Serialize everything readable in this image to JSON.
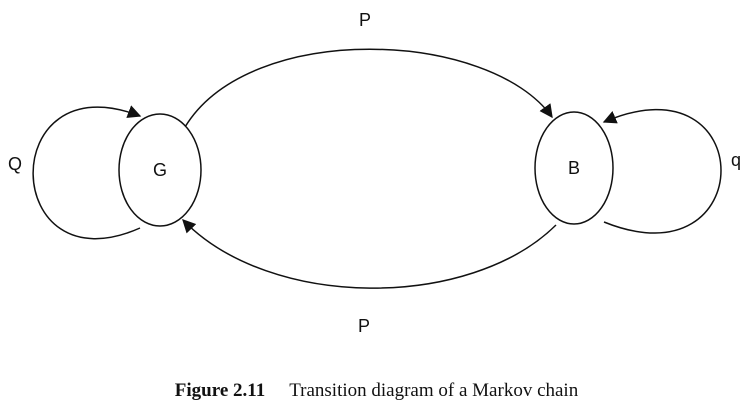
{
  "diagram": {
    "nodes": [
      {
        "id": "G",
        "label": "G"
      },
      {
        "id": "B",
        "label": "B"
      }
    ],
    "edges": [
      {
        "from": "G",
        "to": "G",
        "label": "Q"
      },
      {
        "from": "G",
        "to": "B",
        "label": "P"
      },
      {
        "from": "B",
        "to": "G",
        "label": "P"
      },
      {
        "from": "B",
        "to": "B",
        "label": "q"
      }
    ]
  },
  "caption": {
    "number": "Figure 2.11",
    "text": "Transition diagram of a Markov chain"
  },
  "colors": {
    "stroke": "#111111",
    "background": "#ffffff"
  }
}
